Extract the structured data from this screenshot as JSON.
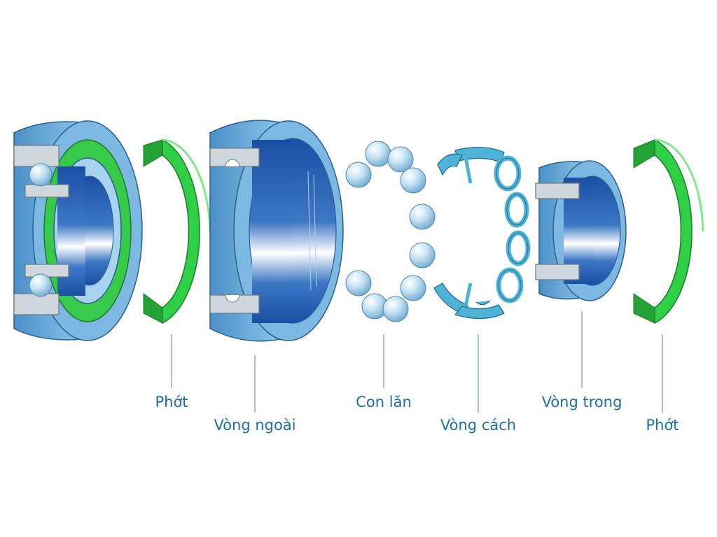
{
  "labels": {
    "seal_left": "Phớt",
    "outer_ring": "Vòng ngoài",
    "balls": "Con lăn",
    "cage": "Vòng cách",
    "inner_ring": "Vòng trong",
    "seal_right": "Phớt"
  },
  "colors": {
    "ring_blue": "#5a9fd0",
    "ring_light": "#a8d3ef",
    "ring_dark": "#1b4fa3",
    "seal_green": "#2fcf45",
    "ball": "#bfe0f2",
    "cage": "#4fb3d8",
    "label": "#1a6fae",
    "leader": "#7fb0d8"
  }
}
